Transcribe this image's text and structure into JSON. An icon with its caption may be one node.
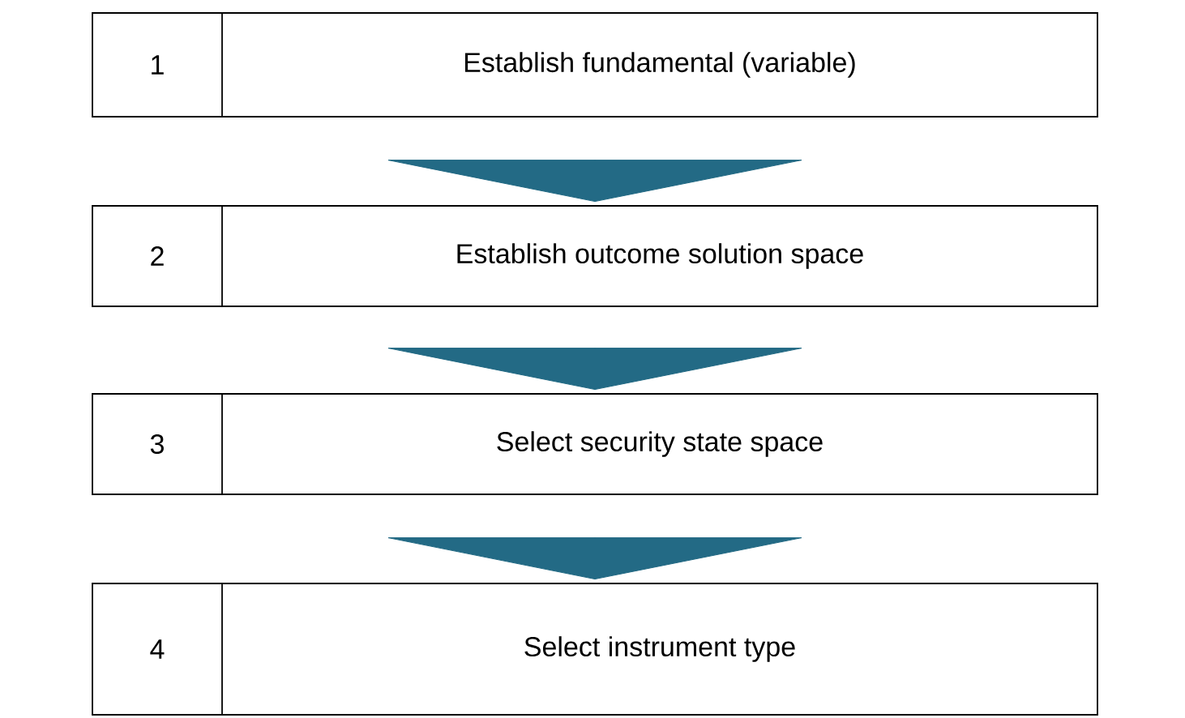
{
  "diagram": {
    "nodes": [
      {
        "text": [
          "1",
          "Establish fundamental (variable)"
        ]
      },
      {
        "text": [
          "2",
          "Establish outcome solution space"
        ]
      },
      {
        "text": [
          "3",
          "Select security state space"
        ]
      },
      {
        "text": [
          "4",
          "Select instrument type"
        ]
      }
    ],
    "edges": [
      {
        "from": 0,
        "to": 1,
        "arrow": "to"
      },
      {
        "from": 1,
        "to": 2,
        "arrow": "to"
      },
      {
        "from": 2,
        "to": 3,
        "arrow": "to"
      }
    ]
  }
}
